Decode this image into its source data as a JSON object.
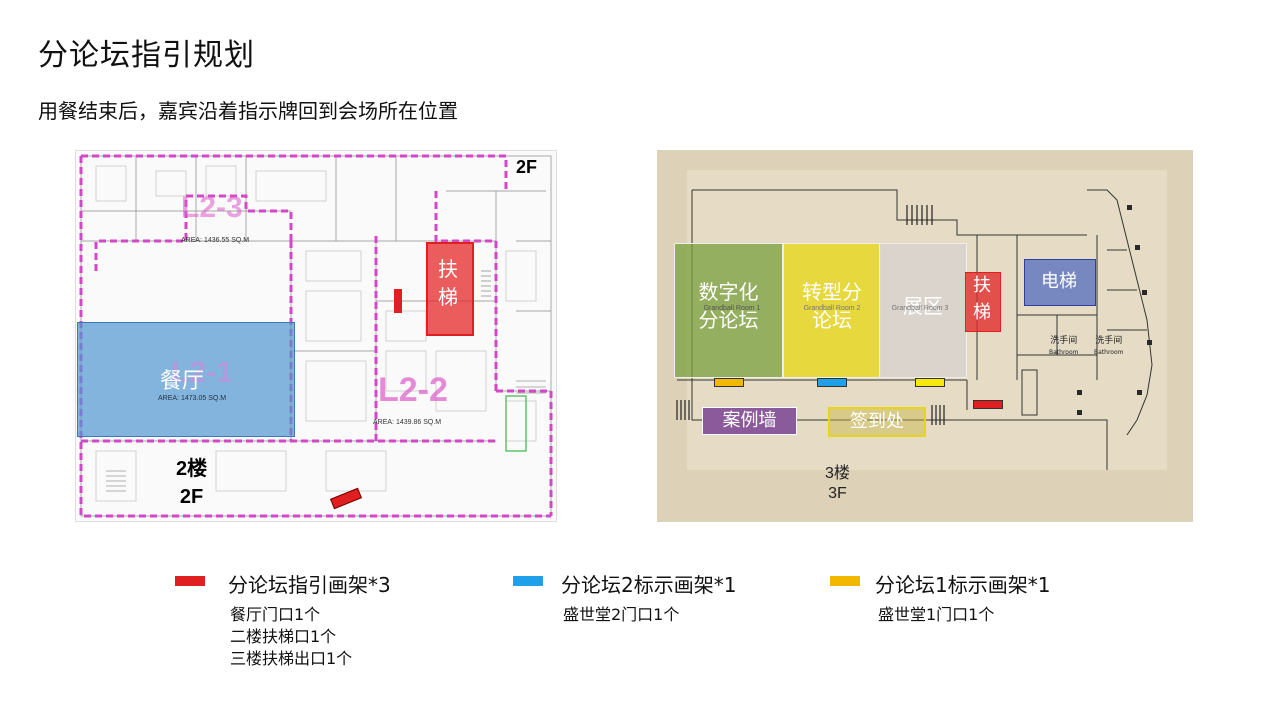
{
  "page": {
    "title": "分论坛指引规划",
    "subtitle": "用餐结束后，嘉宾沿着指示牌回到会场所在位置"
  },
  "plan_2f": {
    "floor_tag": "2F",
    "dining_label": "餐厅",
    "escalator_label_1": "扶",
    "escalator_label_2": "梯",
    "floor_label_cn": "2楼",
    "floor_label_en": "2F",
    "zone_l23": "L2-3",
    "zone_l21": "L2-1",
    "zone_l22": "L2-2",
    "area_l23": "AREA: 1436.55 SQ.M",
    "area_l21": "AREA: 1473.05 SQ.M",
    "area_l22": "AREA: 1439.86 SQ.M"
  },
  "plan_3f": {
    "room_digital_1": "数字化",
    "room_digital_2": "分论坛",
    "room_transform_1": "转型分",
    "room_transform_2": "论坛",
    "room_expo": "展区",
    "escalator_1": "扶",
    "escalator_2": "梯",
    "elevator": "电梯",
    "case_wall": "案例墙",
    "sign_in": "签到处",
    "floor_cn": "3楼",
    "floor_en": "3F",
    "grandball_1": "Grandball Room 1",
    "grandball_2": "Grandball Room 2",
    "grandball_3": "Grandball Room 3",
    "bathroom_1_cn": "洗手间",
    "bathroom_1_en": "Bathroom",
    "bathroom_2_cn": "洗手间",
    "bathroom_2_en": "Bathroom"
  },
  "legend": {
    "red": {
      "color": "#e02020",
      "label": "分论坛指引画架*3",
      "notes": [
        "餐厅门口1个",
        "二楼扶梯口1个",
        "三楼扶梯出口1个"
      ]
    },
    "blue": {
      "color": "#1fa0e8",
      "label": "分论坛2标示画架*1",
      "notes": [
        "盛世堂2门口1个"
      ]
    },
    "yellow": {
      "color": "#f2b800",
      "label": "分论坛1标示画架*1",
      "notes": [
        "盛世堂1门口1个"
      ]
    }
  }
}
